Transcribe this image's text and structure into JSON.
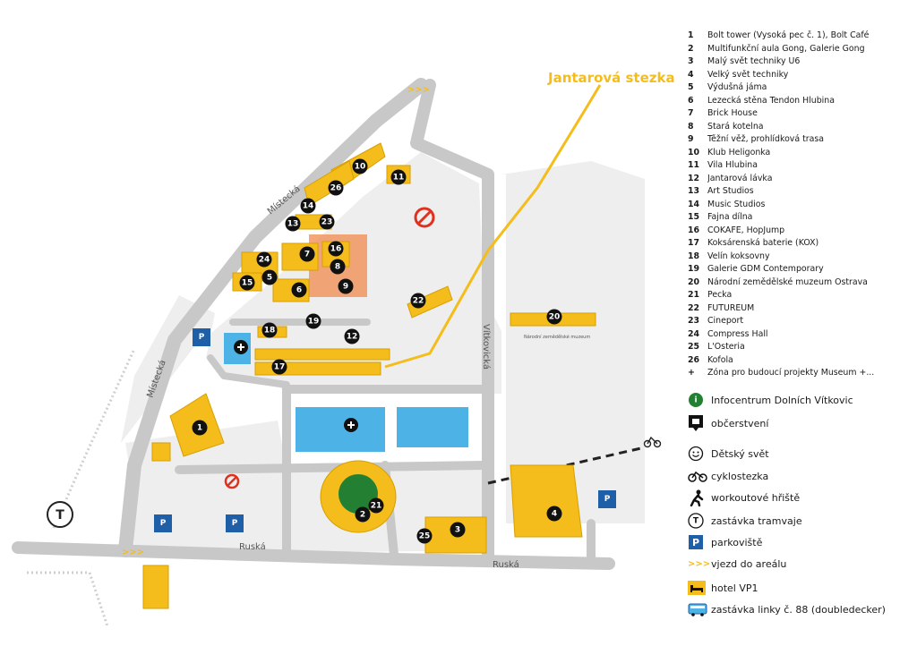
{
  "colors": {
    "building": "#f4bd1b",
    "road": "#c8c8c8",
    "area": "#eeeeee",
    "museum_blue": "#4db3e6",
    "parking": "#1f5fa8",
    "info_green": "#238033",
    "highlight": "#f08a4b",
    "no_entry": "#e0301e"
  },
  "map": {
    "trail_label": "Jantarová stezka",
    "streets": {
      "mistecka_upper": "Místecká",
      "mistecka_lower": "Místecká",
      "ruska_left": "Ruská",
      "ruska_right": "Ruská",
      "vitkovicka": "Vítkovická"
    },
    "museum_name_small": "Národní zemědělské muzeum",
    "badges": [
      "1",
      "2",
      "3",
      "4",
      "5",
      "6",
      "7",
      "8",
      "9",
      "10",
      "11",
      "12",
      "13",
      "14",
      "15",
      "16",
      "17",
      "18",
      "19",
      "20",
      "21",
      "22",
      "23",
      "24",
      "25",
      "26"
    ]
  },
  "legend": {
    "items": [
      {
        "num": "1",
        "label": "Bolt tower (Vysoká pec č. 1), Bolt Café"
      },
      {
        "num": "2",
        "label": "Multifunkční aula Gong, Galerie Gong"
      },
      {
        "num": "3",
        "label": "Malý svět techniky U6"
      },
      {
        "num": "4",
        "label": "Velký svět techniky"
      },
      {
        "num": "5",
        "label": "Výdušná jáma"
      },
      {
        "num": "6",
        "label": "Lezecká stěna Tendon Hlubina"
      },
      {
        "num": "7",
        "label": "Brick House"
      },
      {
        "num": "8",
        "label": "Stará kotelna"
      },
      {
        "num": "9",
        "label": "Těžní věž, prohlídková trasa"
      },
      {
        "num": "10",
        "label": "Klub Heligonka"
      },
      {
        "num": "11",
        "label": "Vila Hlubina"
      },
      {
        "num": "12",
        "label": "Jantarová lávka"
      },
      {
        "num": "13",
        "label": "Art Studios"
      },
      {
        "num": "14",
        "label": "Music Studios"
      },
      {
        "num": "15",
        "label": "Fajna dílna"
      },
      {
        "num": "16",
        "label": "COKAFE, HopJump"
      },
      {
        "num": "17",
        "label": "Koksárenská baterie (KOX)"
      },
      {
        "num": "18",
        "label": "Velín koksovny"
      },
      {
        "num": "19",
        "label": "Galerie GDM Contemporary"
      },
      {
        "num": "20",
        "label": "Národní zemědělské muzeum Ostrava"
      },
      {
        "num": "21",
        "label": "Pecka"
      },
      {
        "num": "22",
        "label": "FUTUREUM"
      },
      {
        "num": "23",
        "label": "Cineport"
      },
      {
        "num": "24",
        "label": "Compress Hall"
      },
      {
        "num": "25",
        "label": "L'Osteria"
      },
      {
        "num": "26",
        "label": "Kofola"
      },
      {
        "num": "+",
        "label": "Zóna pro budoucí projekty Museum +..."
      }
    ],
    "symbols": [
      {
        "icon": "info-icon",
        "label": "Infocentrum Dolních Vítkovic"
      },
      {
        "icon": "refreshment-icon",
        "label": "občerstvení"
      },
      {
        "icon": "kids-world-icon",
        "label": "Dětský svět"
      },
      {
        "icon": "bicycle-icon",
        "label": "cyklostezka"
      },
      {
        "icon": "workout-icon",
        "label": "workoutové hřiště"
      },
      {
        "icon": "tram-stop-icon",
        "label": "zastávka tramvaje"
      },
      {
        "icon": "parking-icon",
        "label": "parkoviště"
      },
      {
        "icon": "entrance-arrows-icon",
        "label": "vjezd do areálu"
      },
      {
        "icon": "hotel-icon",
        "label": "hotel VP1"
      },
      {
        "icon": "bus-stop-icon",
        "label": "zastávka linky č. 88 (doubledecker)"
      }
    ],
    "symbol_glyphs": {
      "info": "i",
      "tram": "T",
      "parking": "P",
      "arrows": ">>>",
      "bicycle": "🚲",
      "kids": "☺"
    }
  }
}
